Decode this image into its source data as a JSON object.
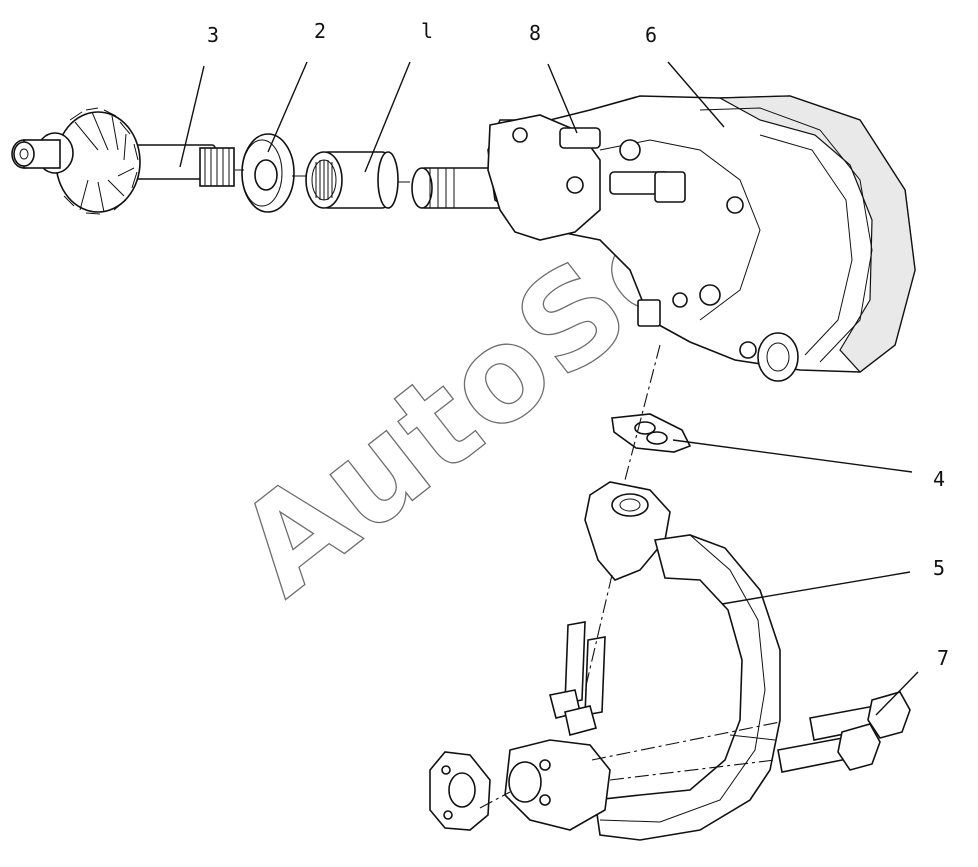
{
  "callouts": [
    {
      "id": "3",
      "text": "3"
    },
    {
      "id": "2",
      "text": "2"
    },
    {
      "id": "1",
      "text": "l"
    },
    {
      "id": "8",
      "text": "8"
    },
    {
      "id": "6",
      "text": "6"
    },
    {
      "id": "4",
      "text": "4"
    },
    {
      "id": "5",
      "text": "5"
    },
    {
      "id": "7",
      "text": "7"
    }
  ],
  "watermark": "AutoSoft"
}
